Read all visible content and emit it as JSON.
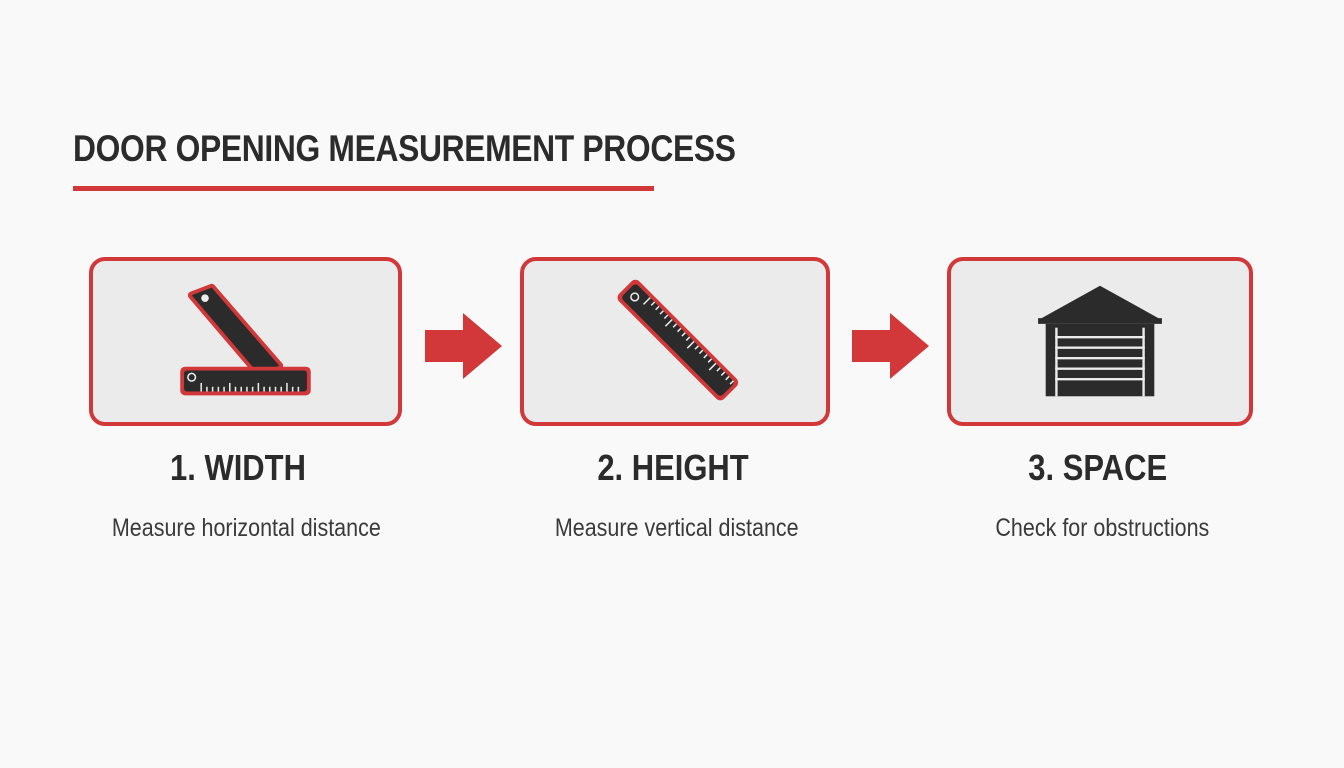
{
  "diagram": {
    "title": "DOOR OPENING MEASUREMENT PROCESS",
    "accent_color": "#d2383a",
    "icon_color": "#2b2b2b",
    "card_fill": "#ebebeb",
    "steps": [
      {
        "title": "1. WIDTH",
        "description": "Measure horizontal distance",
        "icon": "l-square-ruler-icon"
      },
      {
        "title": "2. HEIGHT",
        "description": "Measure vertical distance",
        "icon": "ruler-icon"
      },
      {
        "title": "3. SPACE",
        "description": "Check for obstructions",
        "icon": "garage-door-icon"
      }
    ],
    "connectors": [
      "arrow-right-icon",
      "arrow-right-icon"
    ]
  }
}
